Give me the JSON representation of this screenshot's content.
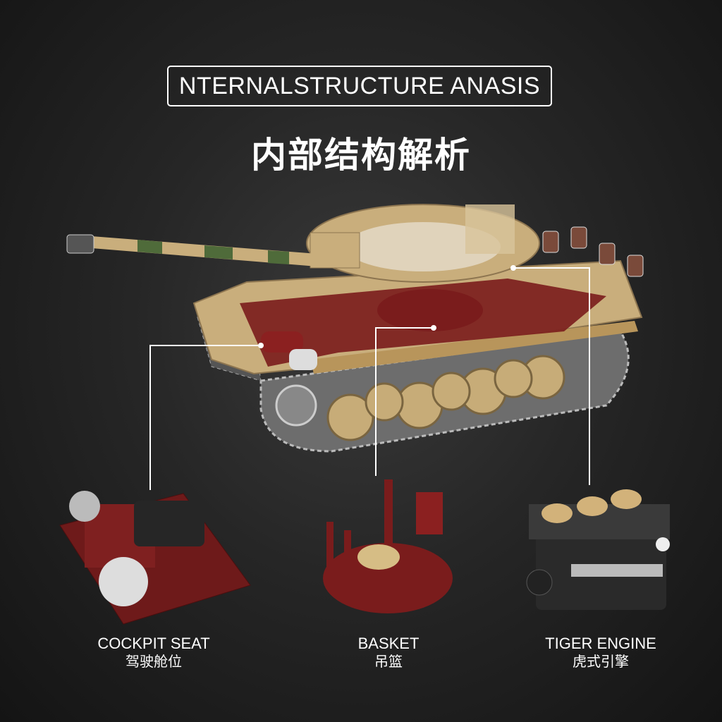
{
  "header": {
    "title_en": "NTERNALSTRUCTURE ANASIS",
    "title_zh": "内部结构解析"
  },
  "parts": [
    {
      "name_en": "COCKPIT SEAT",
      "name_zh": "驾驶舱位"
    },
    {
      "name_en": "BASKET",
      "name_zh": "吊篮"
    },
    {
      "name_en": "TIGER ENGINE",
      "name_zh": "虎式引擎"
    }
  ],
  "colors": {
    "tan": "#c9ae7c",
    "darkred": "#6e1a1a",
    "green": "#4f6b3a",
    "track": "#8a8a8a"
  }
}
